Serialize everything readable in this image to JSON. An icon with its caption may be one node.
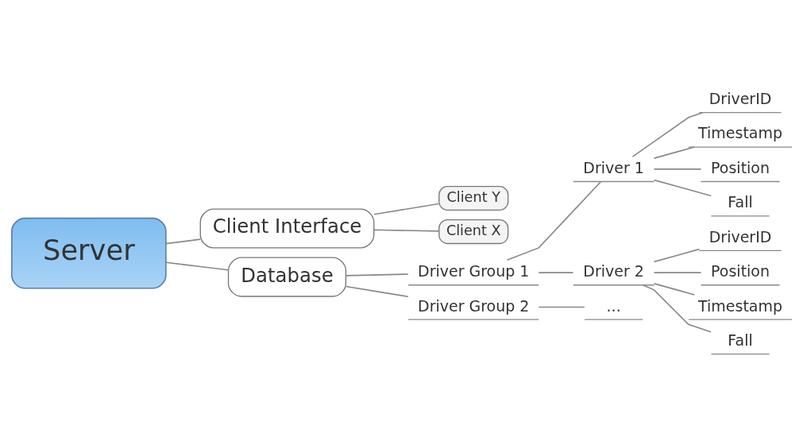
{
  "diagram": {
    "nodes": [
      {
        "text": [
          "Server"
        ]
      },
      {
        "text": [
          "Client Interface"
        ]
      },
      {
        "text": [
          "Client Y"
        ]
      },
      {
        "text": [
          "Client X"
        ]
      },
      {
        "text": [
          "Database"
        ]
      },
      {
        "text": [
          "Driver Group 1"
        ]
      },
      {
        "text": [
          "Driver 1"
        ]
      },
      {
        "text": [
          "DriverID"
        ]
      },
      {
        "text": [
          "Timestamp"
        ]
      },
      {
        "text": [
          "Position"
        ]
      },
      {
        "text": [
          "Fall"
        ]
      },
      {
        "text": [
          "Driver 2"
        ]
      },
      {
        "text": [
          "DriverID"
        ]
      },
      {
        "text": [
          "Position"
        ]
      },
      {
        "text": [
          "Timestamp"
        ]
      },
      {
        "text": [
          "Fall"
        ]
      },
      {
        "text": [
          "Driver Group 2"
        ]
      },
      {
        "text": [
          "..."
        ]
      }
    ],
    "edges": [
      {
        "from": 0,
        "to": 1,
        "arrow": "none"
      },
      {
        "from": 0,
        "to": 4,
        "arrow": "none"
      },
      {
        "from": 1,
        "to": 2,
        "arrow": "none"
      },
      {
        "from": 1,
        "to": 3,
        "arrow": "none"
      },
      {
        "from": 4,
        "to": 5,
        "arrow": "none"
      },
      {
        "from": 4,
        "to": 16,
        "arrow": "none"
      },
      {
        "from": 5,
        "to": 6,
        "arrow": "none"
      },
      {
        "from": 5,
        "to": 11,
        "arrow": "none"
      },
      {
        "from": 6,
        "to": 7,
        "arrow": "none"
      },
      {
        "from": 6,
        "to": 8,
        "arrow": "none"
      },
      {
        "from": 6,
        "to": 9,
        "arrow": "none"
      },
      {
        "from": 6,
        "to": 10,
        "arrow": "none"
      },
      {
        "from": 11,
        "to": 12,
        "arrow": "none"
      },
      {
        "from": 11,
        "to": 13,
        "arrow": "none"
      },
      {
        "from": 11,
        "to": 14,
        "arrow": "none"
      },
      {
        "from": 11,
        "to": 15,
        "arrow": "none"
      },
      {
        "from": 16,
        "to": 17,
        "arrow": "none"
      }
    ]
  }
}
